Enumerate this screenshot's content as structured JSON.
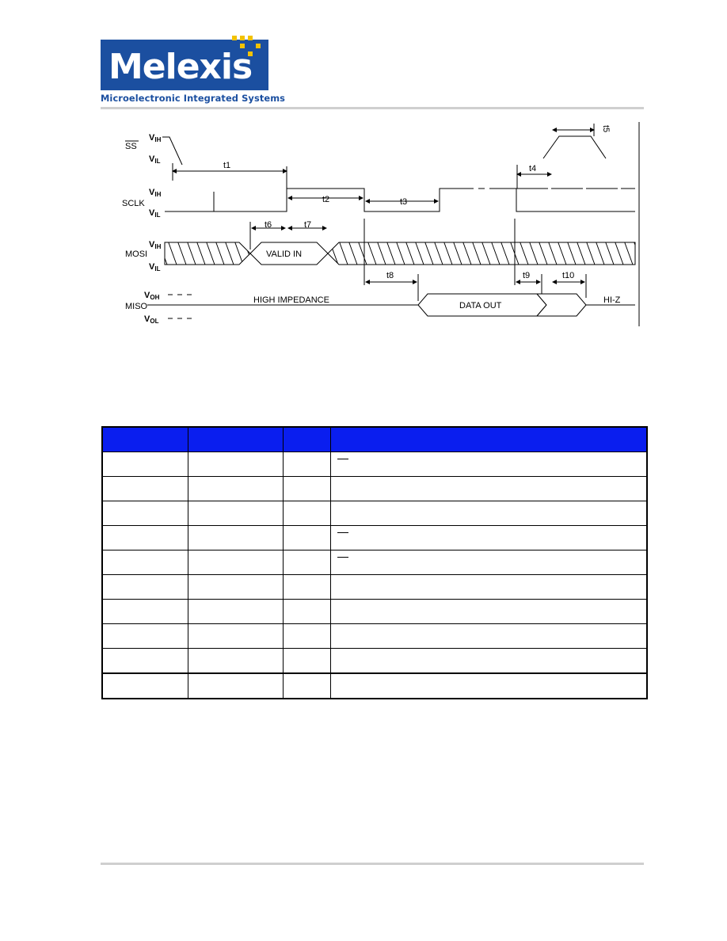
{
  "header": {
    "logo_text": "Melexis",
    "logo_tagline": "Microelectronic Integrated Systems",
    "brand_blue": "#1b4fa0",
    "brand_yellow": "#f2c200"
  },
  "timing_diagram": {
    "signals": {
      "ss": "SS",
      "sclk": "SCLK",
      "mosi": "MOSI",
      "miso": "MISO"
    },
    "levels": {
      "vih_base": "V",
      "vih_sub": "IH",
      "vil_base": "V",
      "vil_sub": "IL",
      "voh_base": "V",
      "voh_sub": "OH",
      "vol_base": "V",
      "vol_sub": "OL"
    },
    "timings": {
      "t1": "t1",
      "t2": "t2",
      "t3": "t3",
      "t4": "t4",
      "t5": "t5",
      "t6": "t6",
      "t7": "t7",
      "t8": "t8",
      "t9": "t9",
      "t10": "t10"
    },
    "labels": {
      "valid_in": "VALID IN",
      "high_impedance": "HIGH IMPEDANCE",
      "data_out": "DATA OUT",
      "hi_z": "HI-Z"
    }
  },
  "table": {
    "header_color": "#0a1eef",
    "row_count": 10,
    "overline_rows": [
      0,
      3,
      4
    ]
  }
}
